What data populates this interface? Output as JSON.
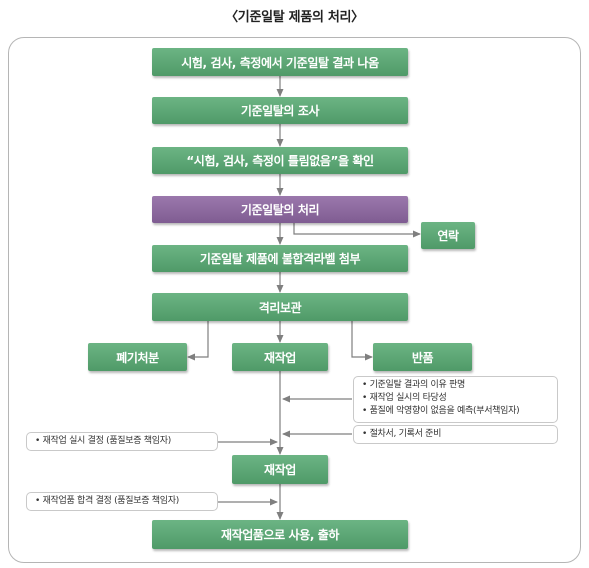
{
  "title": "〈기준일탈 제품의 처리〉",
  "boxes": {
    "record": "시험, 검사, 측정에서 기준일탈 결과 나옴",
    "investigate": "기준일탈의 조사",
    "confirm": "“시험, 검사, 측정이 틀림없음”을 확인",
    "handle": "기준일탈의 처리",
    "contact": "연락",
    "attach": "기준일탈 제품에 불합격라벨 첨부",
    "quarantine": "격리보관",
    "dispose": "폐기처분",
    "rework": "재작업",
    "return": "반품",
    "rework2": "재작업",
    "ship": "재작업품으로 사용, 출하"
  },
  "notes": {
    "conditions": [
      "• 기준일탈 결과의 이유 판명",
      "• 재작업 실시의 타당성",
      "• 품질에 악영향이 없음을 예측(부서책임자)"
    ],
    "prepare": "• 절차서, 기록서 준비",
    "decide_rework": "• 재작업 실시 결정 (품질보증 책임자)",
    "decide_pass": "• 재작업품 합격 결정 (품질보증 책임자)"
  },
  "colors": {
    "green": "#5da777",
    "purple": "#8a679c",
    "line": "#7f7f7f"
  }
}
